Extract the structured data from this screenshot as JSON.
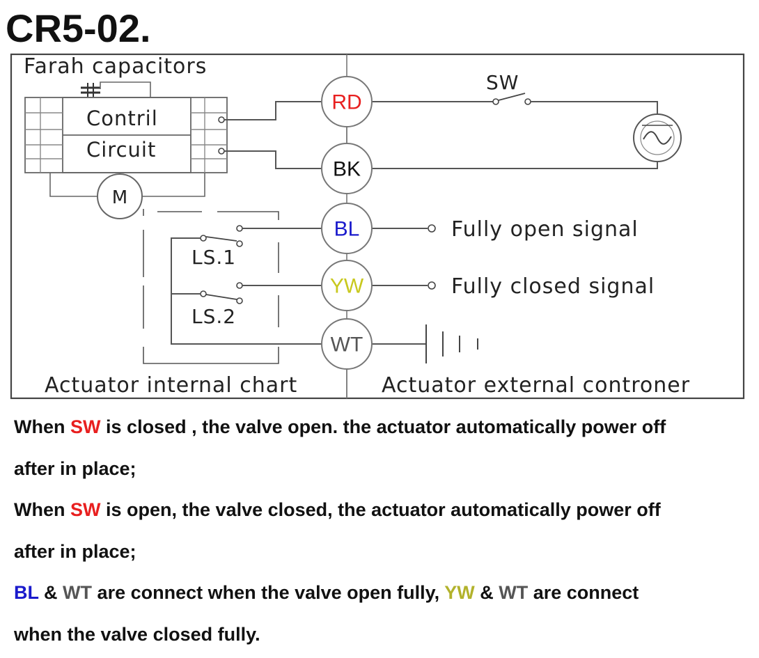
{
  "title": "CR5-02.",
  "diagram": {
    "farah_label": "Farah capacitors",
    "control_line1": "Contril",
    "control_line2": "Circuit",
    "motor_label": "M",
    "sw_label": "SW",
    "ls1_label": "LS.1",
    "ls2_label": "LS.2",
    "open_signal": "Fully open signal",
    "closed_signal": "Fully closed signal",
    "internal_label": "Actuator internal chart",
    "external_label": "Actuator external controner",
    "terminals": [
      {
        "label": "RD",
        "color": "#e81f1f"
      },
      {
        "label": "BK",
        "color": "#111111"
      },
      {
        "label": "BL",
        "color": "#1a1acc"
      },
      {
        "label": "YW",
        "color": "#c8c81e"
      },
      {
        "label": "WT",
        "color": "#555555"
      }
    ]
  },
  "notes": {
    "sw": "SW",
    "bl": "BL",
    "wt": "WT",
    "yw": "YW",
    "amp": "&",
    "line1": "is closed , the valve open. the actuator automatically power off",
    "line2_prefix": "When",
    "line2": "after in place;",
    "line3": "is open, the valve closed, the actuator automatically power off",
    "line4": "after in place;",
    "line5_mid1": "are connect when the valve open fully,",
    "line5_end": "are connect",
    "line6": "when the valve closed fully."
  },
  "colors": {
    "red": "#e81f1f",
    "blue": "#1a1acc",
    "yellow": "#b2b22c",
    "gray": "#555555"
  }
}
